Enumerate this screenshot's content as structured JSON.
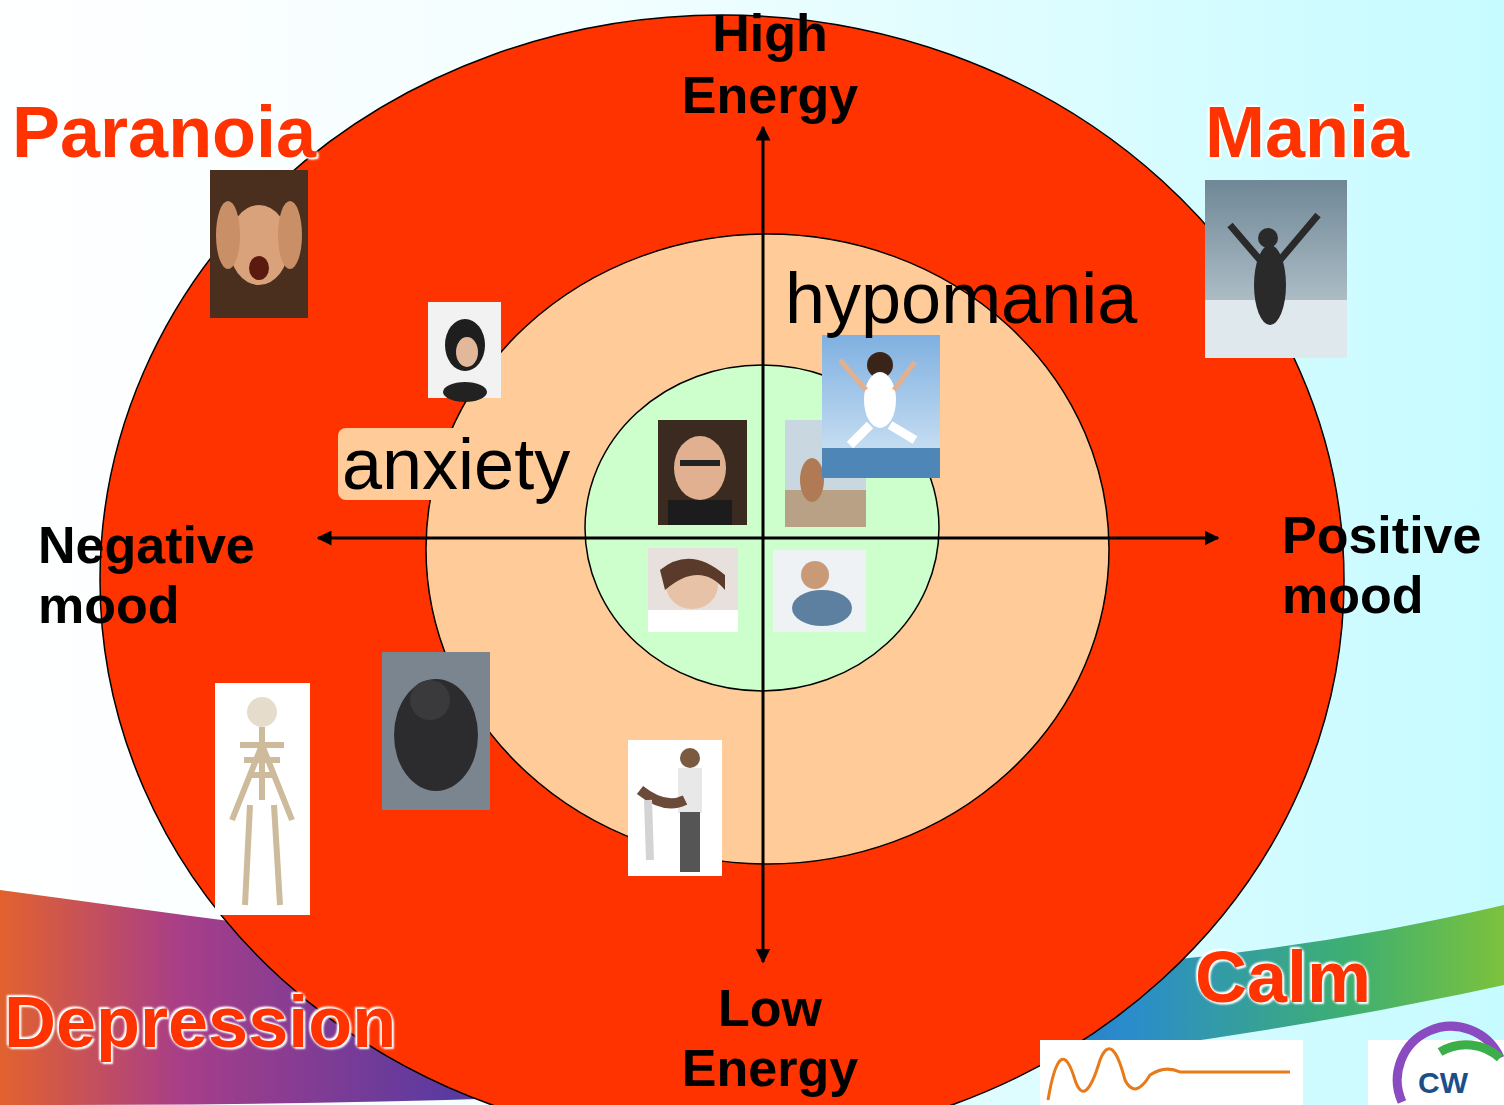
{
  "diagram": {
    "nodes": [
      {
        "text": [
          "hypomania",
          "anxiety"
        ]
      }
    ],
    "labels": [
      "High Energy",
      "Low Energy",
      "Negative mood",
      "Positive mood",
      "Paranoia",
      "Mania",
      "Depression",
      "Calm",
      "CW"
    ]
  }
}
